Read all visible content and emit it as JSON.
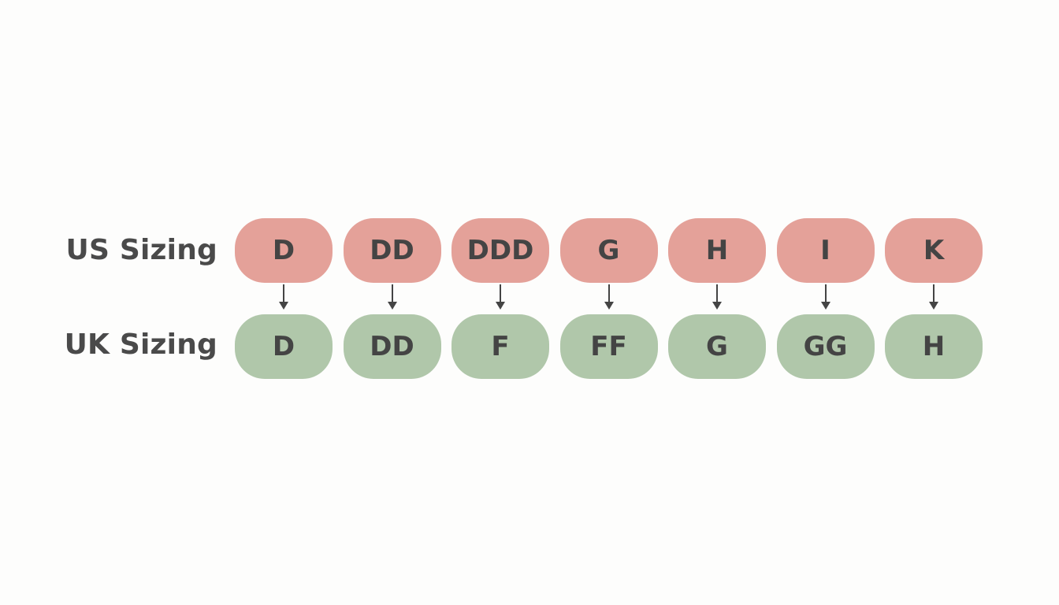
{
  "rows": {
    "us": {
      "label": "US Sizing",
      "sizes": [
        "D",
        "DD",
        "DDD",
        "G",
        "H",
        "I",
        "K"
      ],
      "color": "#e4a199"
    },
    "uk": {
      "label": "UK Sizing",
      "sizes": [
        "D",
        "DD",
        "F",
        "FF",
        "G",
        "GG",
        "H"
      ],
      "color": "#b0c7aa"
    }
  },
  "connector": {
    "icon": "arrow-down-icon",
    "color": "#444444"
  }
}
